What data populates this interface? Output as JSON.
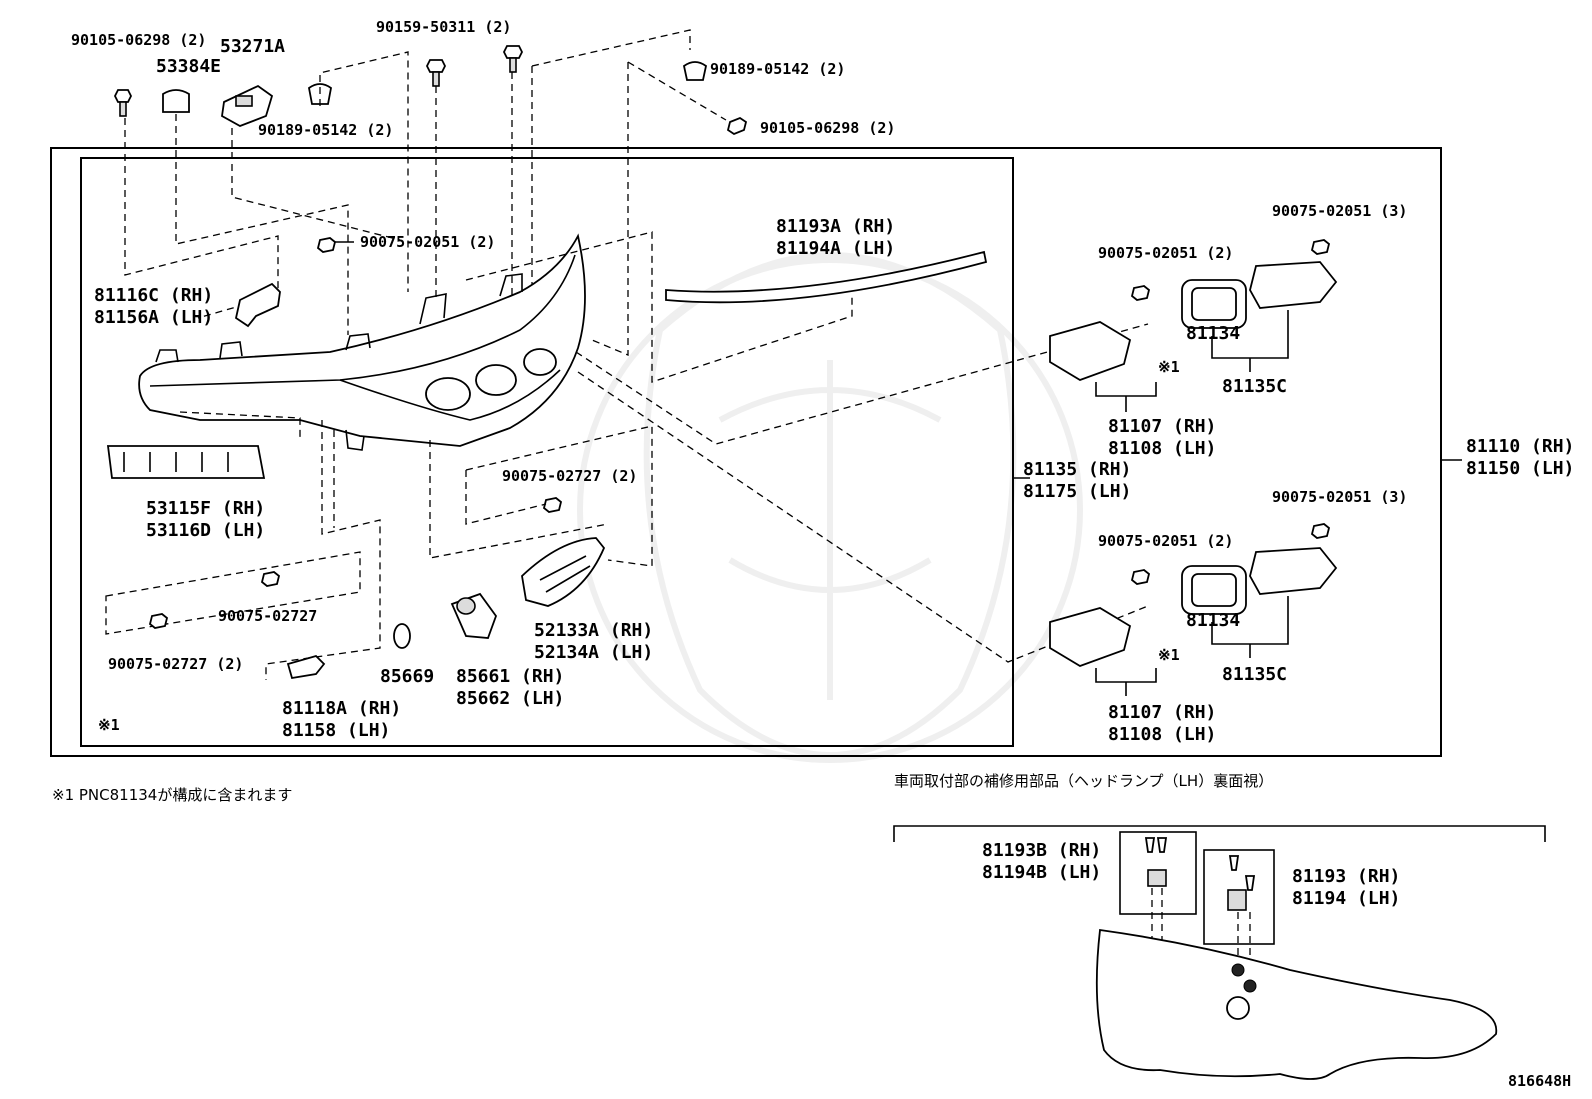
{
  "labels": {
    "p_90105_06298_top": "90105-06298 (2)",
    "p_53384E": "53384E",
    "p_53271A": "53271A",
    "p_90159_50311": "90159-50311 (2)",
    "p_90189_05142_top_right": "90189-05142 (2)",
    "p_90105_06298_right": "90105-06298 (2)",
    "p_90189_05142_left": "90189-05142 (2)",
    "p_90075_02051_main": "90075-02051 (2)",
    "p_81116C_rh": "81116C (RH)",
    "p_81156A_lh": "81156A (LH)",
    "p_81193A_rh": "81193A (RH)",
    "p_81194A_lh": "81194A (LH)",
    "p_53115F_rh": "53115F (RH)",
    "p_53116D_lh": "53116D (LH)",
    "p_90075_02727_mid": "90075-02727 (2)",
    "p_81135_rh": "81135 (RH)",
    "p_81175_lh": "81175 (LH)",
    "p_90075_02727_single": "90075-02727",
    "p_90075_02727_left": "90075-02727 (2)",
    "p_85669": "85669",
    "p_85661_rh": "85661 (RH)",
    "p_85662_lh": "85662 (LH)",
    "p_52133A_rh": "52133A (RH)",
    "p_52134A_lh": "52134A (LH)",
    "p_81118A_rh": "81118A (RH)",
    "p_81158_lh": "81158 (LH)",
    "note_mark_inner": "※1",
    "p_90075_02051_3_a": "90075-02051 (3)",
    "p_90075_02051_2_a": "90075-02051 (2)",
    "p_81134_a": "81134",
    "note_mark_a": "※1",
    "p_81135C_a": "81135C",
    "p_81107_rh_a": "81107 (RH)",
    "p_81108_lh_a": "81108 (LH)",
    "p_81110_rh": "81110 (RH)",
    "p_81150_lh": "81150 (LH)",
    "p_90075_02051_3_b": "90075-02051 (3)",
    "p_90075_02051_2_b": "90075-02051 (2)",
    "p_81134_b": "81134",
    "note_mark_b": "※1",
    "p_81135C_b": "81135C",
    "p_81107_rh_b": "81107 (RH)",
    "p_81108_lh_b": "81108 (LH)",
    "footnote": "※1 PNC81134が構成に含まれます",
    "repair_title": "車両取付部の補修用部品（ヘッドランプ（LH）裏面視）",
    "p_81193B_rh": "81193B (RH)",
    "p_81194B_lh": "81194B (LH)",
    "p_81193_rh": "81193 (RH)",
    "p_81194_lh": "81194 (LH)",
    "diagram_id": "816648H"
  }
}
